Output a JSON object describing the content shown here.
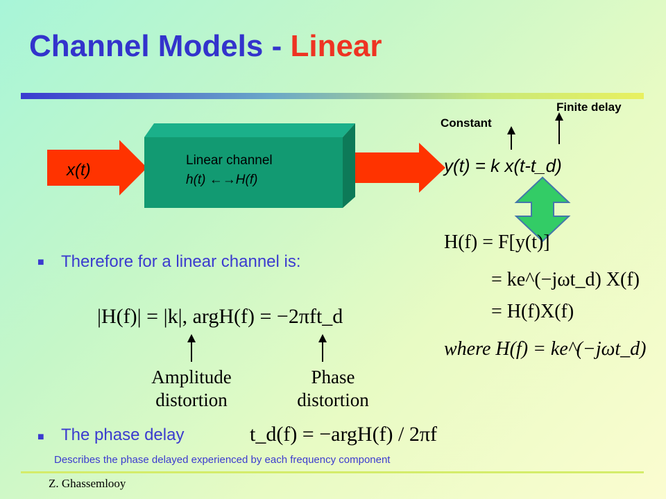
{
  "slide": {
    "title_main": "Channel Models - ",
    "title_highlight": "Linear",
    "footer": "Z. Ghassemlooy"
  },
  "diagram": {
    "input_label": "x(t)",
    "channel_line1": "Linear channel",
    "channel_line2": "h(t) ←→H(f)",
    "output_label": "y(t) = k x(t-t_d)",
    "constant_label": "Constant",
    "finite_delay_label": "Finite delay"
  },
  "bullets": {
    "first": "Therefore for a linear channel is:",
    "second": "The phase delay"
  },
  "equations": {
    "magnitude_phase": "|H(f)| = |k|, argH(f) = −2πft_d",
    "phase_delay": "t_d(f) = −argH(f) / 2πf",
    "transfer_1": "H(f) = F[y(t)]",
    "transfer_2": "= ke^(−jωt_d) X(f)",
    "transfer_3": "= H(f)X(f)",
    "transfer_4": "where  H(f) = ke^(−jωt_d)"
  },
  "annotations": {
    "amplitude_line1": "Amplitude",
    "amplitude_line2": "distortion",
    "phase_line1": "Phase",
    "phase_line2": "distortion"
  },
  "note": "Describes the phase delayed experienced by each frequency component",
  "colors": {
    "title_blue": "#3333cc",
    "title_red": "#ee3322",
    "arrow_red": "#ff3300",
    "box_green": "#129a72",
    "text_blue": "#3b3bcf"
  }
}
